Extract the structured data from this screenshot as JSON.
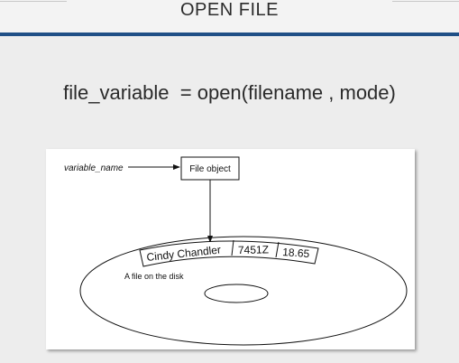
{
  "slide": {
    "title": "OPEN FILE",
    "formula": "file_variable  = open(filename , mode)"
  },
  "diagram": {
    "variable_label": "variable_name",
    "file_object_label": "File object",
    "record_fields": [
      "Cindy Chandler",
      "7451Z",
      "18.65"
    ],
    "disk_label": "A file on the disk"
  }
}
